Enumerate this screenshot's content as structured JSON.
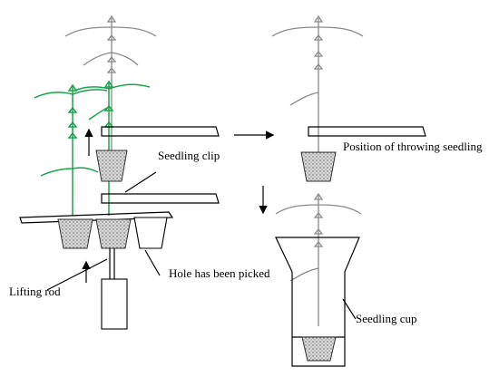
{
  "labels": {
    "seedling_clip": "Seedling clip",
    "position_of_throwing_seedling": "Position of throwing seedling",
    "hole_has_been_picked": "Hole has been picked",
    "lifting_rod": "Lifting rod",
    "seedling_cup": "Seedling cup"
  },
  "colors": {
    "picked_seedling": "#8a8a8a",
    "tray_seedlings": "#1aa44a",
    "line": "#000000"
  }
}
